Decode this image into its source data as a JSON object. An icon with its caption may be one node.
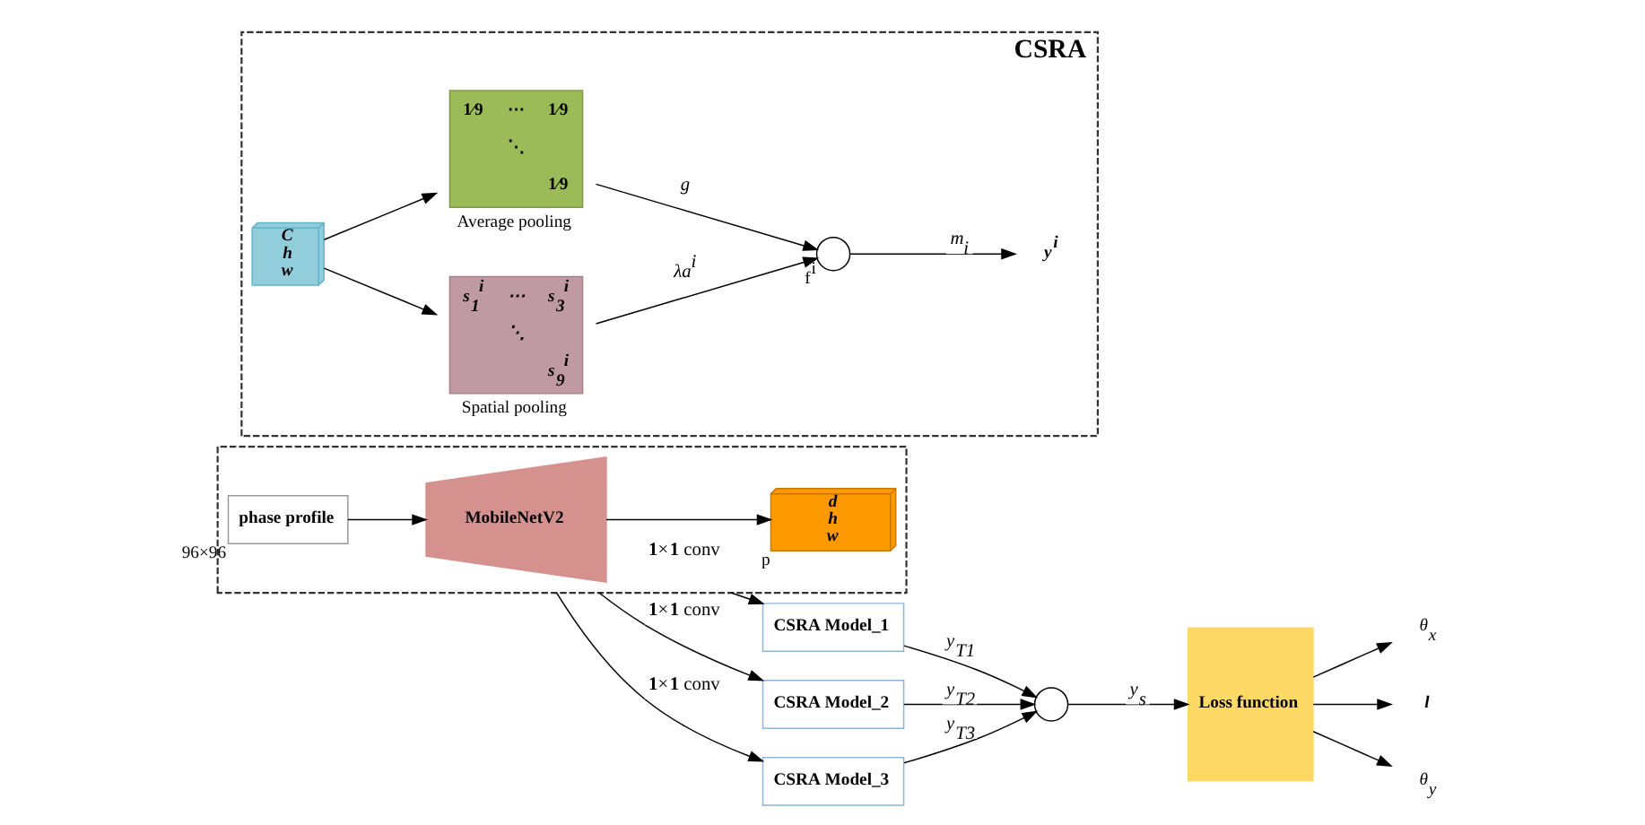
{
  "diagram": {
    "nodes": [
      {
        "text": [],
        "shape": "box"
      },
      {
        "text": [
          "phase profile"
        ],
        "beside": [
          "96×96"
        ],
        "in": 0
      },
      {
        "text": [
          "MobileNetV2"
        ],
        "in": 0
      },
      {
        "text": [
          "d",
          "h",
          "w"
        ],
        "beside": [
          "p"
        ],
        "in": 0
      },
      {
        "text": [
          "CSRA Model_1"
        ]
      },
      {
        "text": [
          "CSRA Model_2"
        ]
      },
      {
        "text": [
          "CSRA Model_3"
        ]
      },
      {
        "text": [],
        "shape": "circle"
      },
      {
        "text": [
          "Loss function"
        ]
      },
      {
        "text": [
          "θ$_{x}$"
        ]
      },
      {
        "text": [
          "l"
        ]
      },
      {
        "text": [
          "θ$_{y}$"
        ]
      },
      {
        "text": [
          "CSRA"
        ]
      },
      {
        "text": [
          "C",
          "h",
          "w"
        ],
        "in": 12
      },
      {
        "text": [
          "s$_{1}$$^{i}$",
          "⋯",
          "s$_{3}$$^{i}$",
          "⋱",
          "s$_{9}$$^{i}$"
        ],
        "beside": [
          "Spatial pooling"
        ],
        "in": 12
      },
      {
        "text": [
          "1⁄9",
          "⋯",
          "1⁄9",
          "⋱",
          "1⁄9"
        ],
        "beside": [
          "Average pooling"
        ],
        "in": 12
      },
      {
        "text": [],
        "shape": "circle",
        "beside": [
          "f$^{i}$"
        ],
        "in": 12
      },
      {
        "text": [
          "y$^{i}$"
        ],
        "in": 12
      }
    ],
    "edges": [
      {
        "from": 1,
        "to": 2,
        "arrow": "to"
      },
      {
        "from": 2,
        "to": 3,
        "arrow": "to"
      },
      {
        "from": 0,
        "to": 4,
        "arrow": "to",
        "label": "**1**×**1** conv"
      },
      {
        "from": 0,
        "to": 5,
        "arrow": "to",
        "label": "**1**×**1** conv"
      },
      {
        "from": 0,
        "to": 6,
        "arrow": "to",
        "label": "**1**×**1** conv"
      },
      {
        "from": 4,
        "to": 7,
        "arrow": "to",
        "label": "y$_{T1}$"
      },
      {
        "from": 5,
        "to": 7,
        "arrow": "to",
        "label": "y$_{T2}$"
      },
      {
        "from": 6,
        "to": 7,
        "arrow": "to",
        "label": "y$_{T3}$"
      },
      {
        "from": 7,
        "to": 8,
        "arrow": "to",
        "label": "y$_{s}$"
      },
      {
        "from": 8,
        "to": 9,
        "arrow": "to"
      },
      {
        "from": 8,
        "to": 10,
        "arrow": "to"
      },
      {
        "from": 8,
        "to": 11,
        "arrow": "to"
      },
      {
        "from": 13,
        "to": 14,
        "arrow": "to"
      },
      {
        "from": 13,
        "to": 15,
        "arrow": "to"
      },
      {
        "from": 14,
        "to": 16,
        "arrow": "to",
        "label": "λa$^{i}$"
      },
      {
        "from": 15,
        "to": 16,
        "arrow": "to",
        "label": "g"
      },
      {
        "from": 16,
        "to": 17,
        "arrow": "to",
        "label": "m$_{i}$"
      }
    ]
  }
}
